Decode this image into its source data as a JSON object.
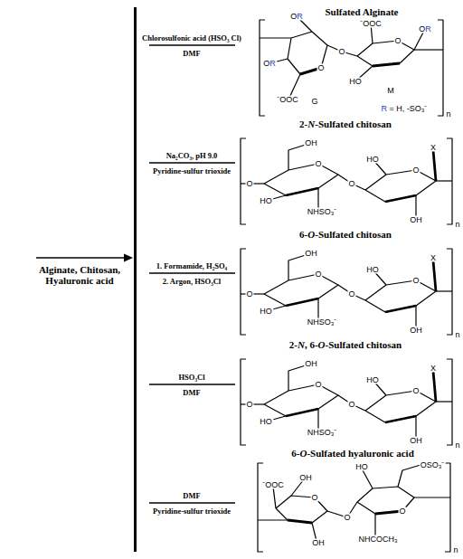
{
  "diagram": {
    "nodes": [
      {
        "text": [
          "Alginate, Chitosan, Hyaluronic acid"
        ]
      },
      {
        "text": [
          "Sulfated Alginate"
        ]
      },
      {
        "text": [
          "2-N-Sulfated chitosan"
        ]
      },
      {
        "text": [
          "6-O-Sulfated chitosan"
        ]
      },
      {
        "text": [
          "2-N, 6-O-Sulfated chitosan"
        ]
      },
      {
        "text": [
          "6-O-Sulfated hyaluronic acid"
        ]
      }
    ],
    "labels": [
      "Chlorosulfonic acid (HSO₃ Cl)",
      "DMF",
      "OR",
      "⁻OOC",
      "OR",
      "O",
      "O",
      "O",
      "OR",
      "HO",
      "⁻OOC",
      "G",
      "M",
      "R = H, -SO₃⁻",
      "n",
      "Na₂CO₃, pH 9.0",
      "Pyridine-sulfur trioxide",
      "OH",
      "X",
      "HO",
      "O",
      "O",
      "O",
      "HO",
      "NHSO₃⁻",
      "OH",
      "O",
      "n",
      "1. Formamide, H₂SO₄",
      "2. Argon, HSO₃Cl",
      "OH",
      "X",
      "HO",
      "O",
      "O",
      "O",
      "HO",
      "NHSO₃⁻",
      "OH",
      "O",
      "n",
      "HSO₃Cl",
      "DMF",
      "OH",
      "X",
      "HO",
      "O",
      "O",
      "O",
      "HO",
      "NHSO₃⁻",
      "OH",
      "O",
      "n",
      "DMF",
      "Pyridine-sulfur trioxide",
      "HO",
      "OSO₃⁻",
      "⁻OOC",
      "OH",
      "O",
      "O",
      "O",
      "NHCOCH₃",
      "OH",
      "n"
    ]
  }
}
